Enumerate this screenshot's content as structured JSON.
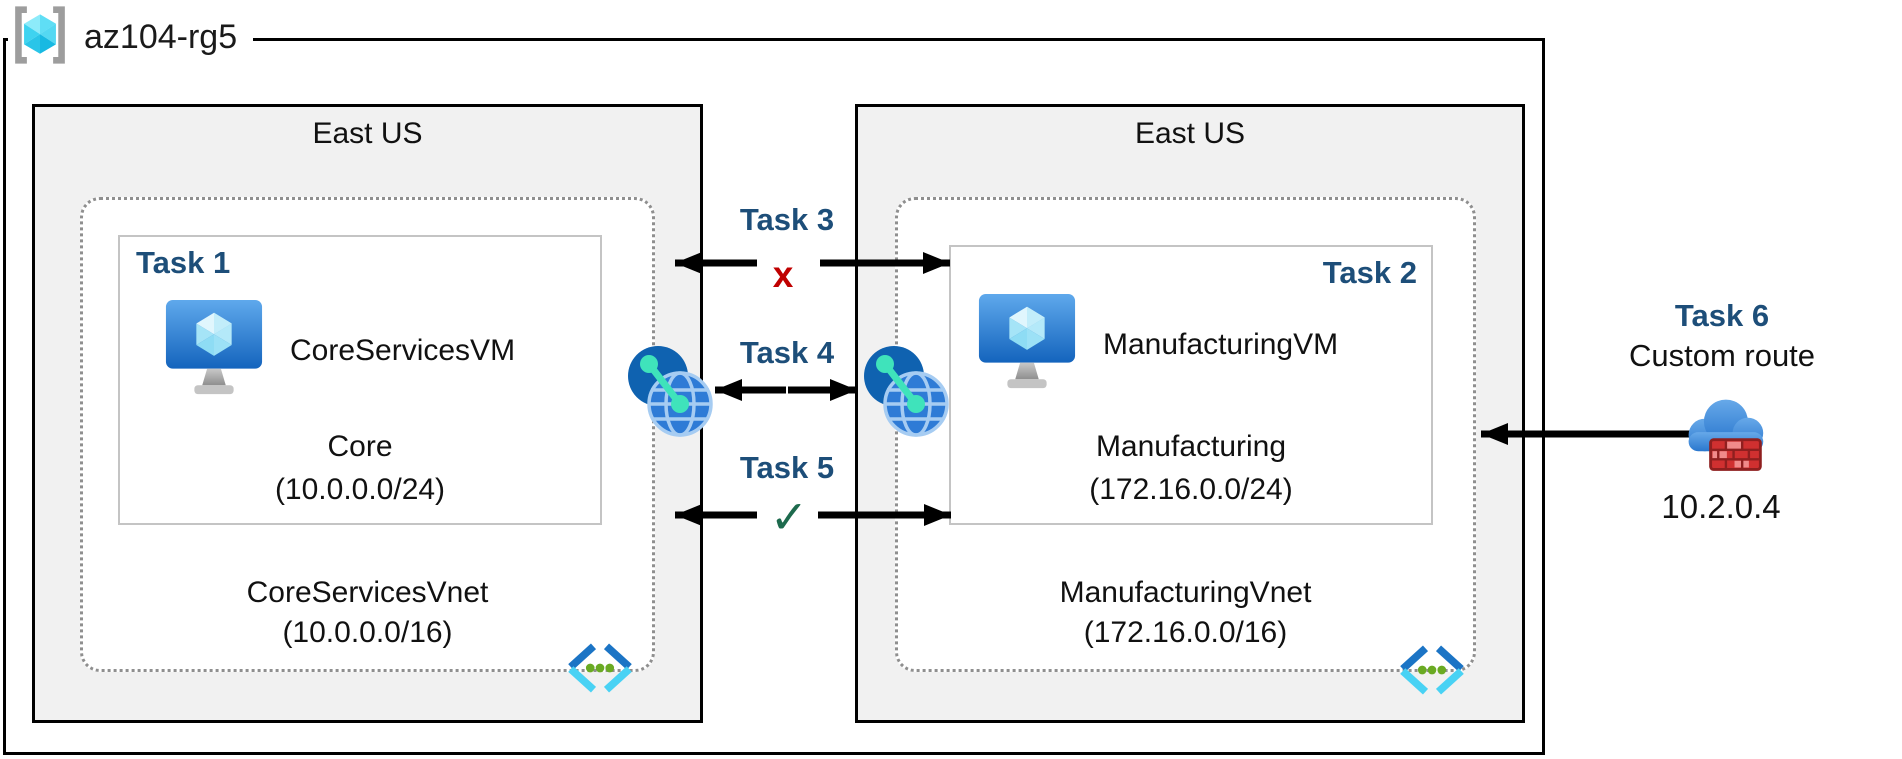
{
  "resource_group": {
    "name": "az104-rg5"
  },
  "regions": [
    {
      "location": "East US",
      "vnet": {
        "name": "CoreServicesVnet",
        "cidr": "(10.0.0.0/16)"
      },
      "subnet": {
        "task_label": "Task 1",
        "vm_name": "CoreServicesVM",
        "name": "Core",
        "cidr": "(10.0.0.0/24)"
      }
    },
    {
      "location": "East US",
      "vnet": {
        "name": "ManufacturingVnet",
        "cidr": "(172.16.0.0/16)"
      },
      "subnet": {
        "task_label": "Task 2",
        "vm_name": "ManufacturingVM",
        "name": "Manufacturing",
        "cidr": "(172.16.0.0/24)"
      }
    }
  ],
  "connections": [
    {
      "label": "Task 3",
      "mark": "x"
    },
    {
      "label": "Task 4",
      "mark": ""
    },
    {
      "label": "Task 5",
      "mark": "✓"
    }
  ],
  "custom_route": {
    "task_label": "Task 6",
    "name": "Custom route",
    "ip": "10.2.0.4"
  },
  "icons": {
    "resource_group": "resource-group-icon",
    "virtual_machine": "virtual-machine-icon",
    "network_peering": "network-peering-icon",
    "virtual_network": "virtual-network-icon",
    "custom_route_appliance": "cloud-firewall-icon"
  },
  "colors": {
    "task_label": "#1d4e79",
    "blocked_mark": "#c00000",
    "allowed_mark": "#1d6a4d",
    "region_fill": "#f1f1f1",
    "arrow": "#000000",
    "azure_blue": "#2e7bd6"
  }
}
